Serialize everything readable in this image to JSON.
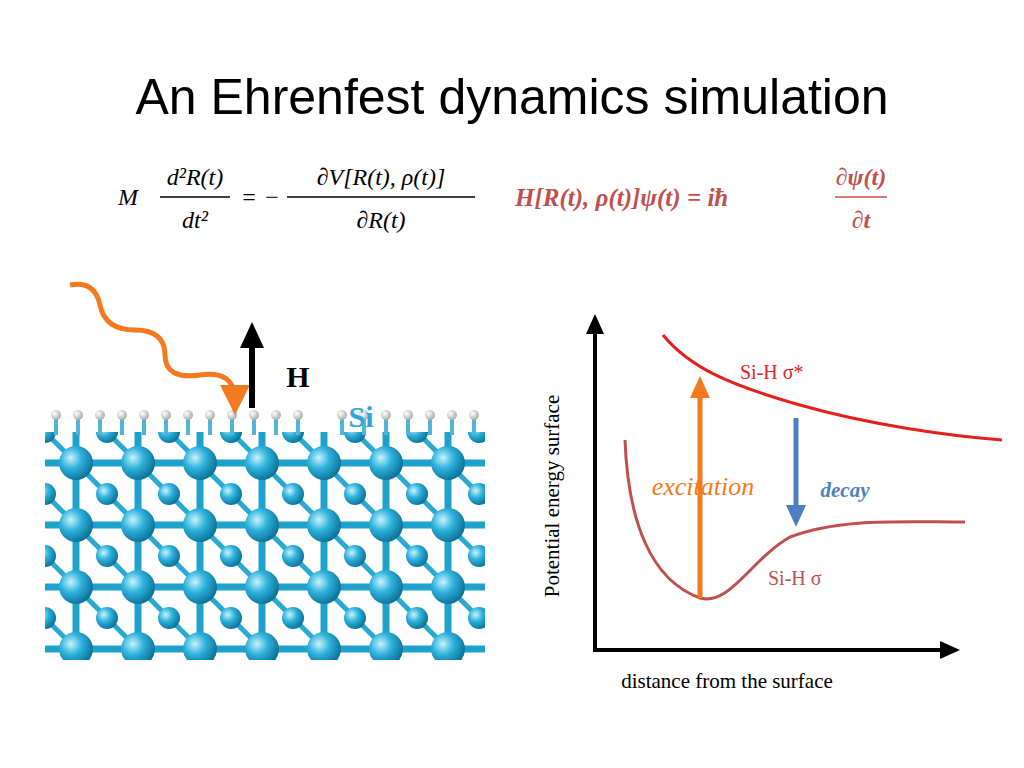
{
  "diagram": {
    "title": "An Ehrenfest dynamics simulation",
    "labels": [
      "M",
      "d²R(t)",
      "dt²",
      "=",
      "−",
      "∂V[R(t), ρ(t)]",
      "∂R(t)",
      "H[R(t), ρ(t)]ψ(t) = iħ",
      "∂ψ(t)",
      "∂t",
      "H",
      "Si",
      "Si-H σ*",
      "excitation",
      "decay",
      "Si-H σ",
      "Potential energy surface",
      "distance from the surface"
    ]
  }
}
